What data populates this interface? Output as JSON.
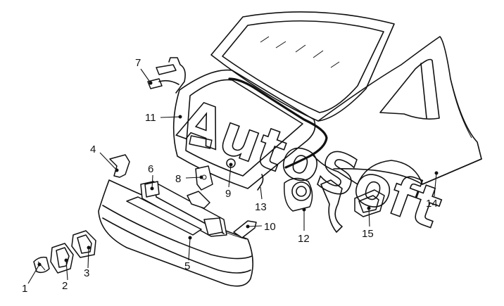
{
  "diagram": {
    "callouts": [
      "1",
      "2",
      "3",
      "4",
      "5",
      "6",
      "7",
      "8",
      "9",
      "10",
      "11",
      "12",
      "13",
      "14",
      "15"
    ],
    "watermark": "AutoSoft"
  }
}
